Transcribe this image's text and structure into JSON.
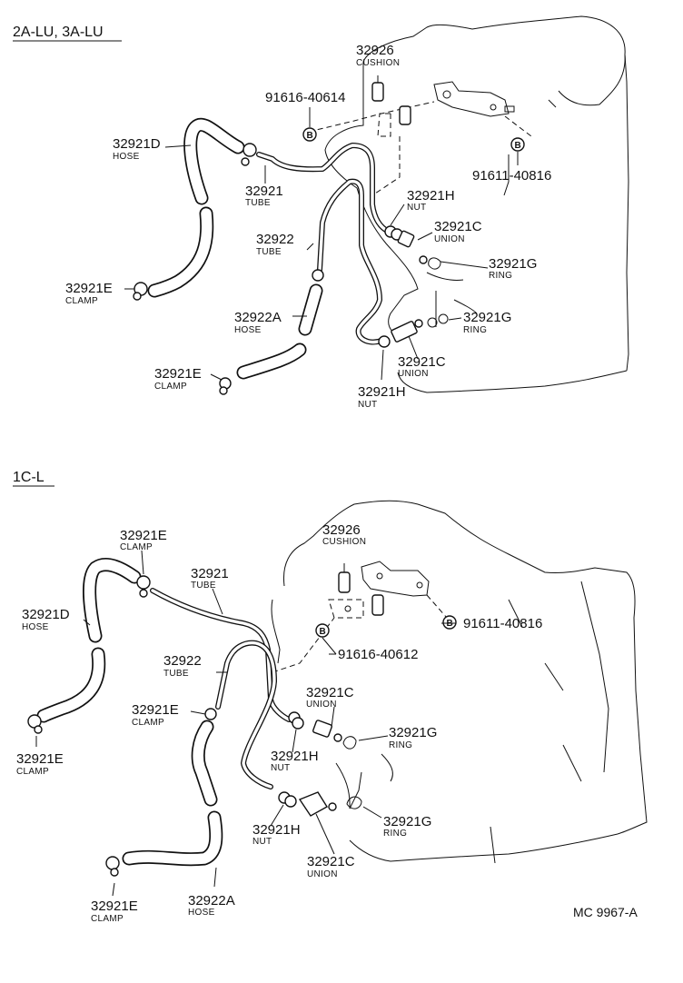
{
  "sections": {
    "top": {
      "heading": "2A-LU, 3A-LU",
      "labels": {
        "cushion_pn": "32926",
        "cushion_nm": "CUSHION",
        "bolt_a_pn": "91616-40614",
        "hose_d_pn": "32921D",
        "hose_d_nm": "HOSE",
        "bolt_b_pn": "91611-40816",
        "tube_pn": "32921",
        "tube_nm": "TUBE",
        "nut_h1_pn": "32921H",
        "nut_h1_nm": "NUT",
        "union_c1_pn": "32921C",
        "union_c1_nm": "UNION",
        "tube2_pn": "32922",
        "tube2_nm": "TUBE",
        "ring_g1_pn": "32921G",
        "ring_g1_nm": "RING",
        "clamp_e1_pn": "32921E",
        "clamp_e1_nm": "CLAMP",
        "hose_a_pn": "32922A",
        "hose_a_nm": "HOSE",
        "ring_g2_pn": "32921G",
        "ring_g2_nm": "RING",
        "union_c2_pn": "32921C",
        "union_c2_nm": "UNION",
        "clamp_e2_pn": "32921E",
        "clamp_e2_nm": "CLAMP",
        "nut_h2_pn": "32921H",
        "nut_h2_nm": "NUT"
      }
    },
    "bottom": {
      "heading": "1C-L",
      "labels": {
        "cushion_pn": "32926",
        "cushion_nm": "CUSHION",
        "clamp_e1_pn": "32921E",
        "clamp_e1_nm": "CLAMP",
        "tube_pn": "32921",
        "tube_nm": "TUBE",
        "hose_d_pn": "32921D",
        "hose_d_nm": "HOSE",
        "bolt_b_pn": "91611-40816",
        "bolt_a_pn": "91616-40612",
        "tube2_pn": "32922",
        "tube2_nm": "TUBE",
        "union_c1_pn": "32921C",
        "union_c1_nm": "UNION",
        "clamp_e2_pn": "32921E",
        "clamp_e2_nm": "CLAMP",
        "ring_g1_pn": "32921G",
        "ring_g1_nm": "RING",
        "clamp_e3_pn": "32921E",
        "clamp_e3_nm": "CLAMP",
        "nut_h1_pn": "32921H",
        "nut_h1_nm": "NUT",
        "nut_h2_pn": "32921H",
        "nut_h2_nm": "NUT",
        "ring_g2_pn": "32921G",
        "ring_g2_nm": "RING",
        "union_c2_pn": "32921C",
        "union_c2_nm": "UNION",
        "clamp_e4_pn": "32921E",
        "clamp_e4_nm": "CLAMP",
        "hose_a_pn": "32922A",
        "hose_a_nm": "HOSE"
      }
    }
  },
  "bolt_symbol": "B",
  "figure_code": "MC 9967-A"
}
